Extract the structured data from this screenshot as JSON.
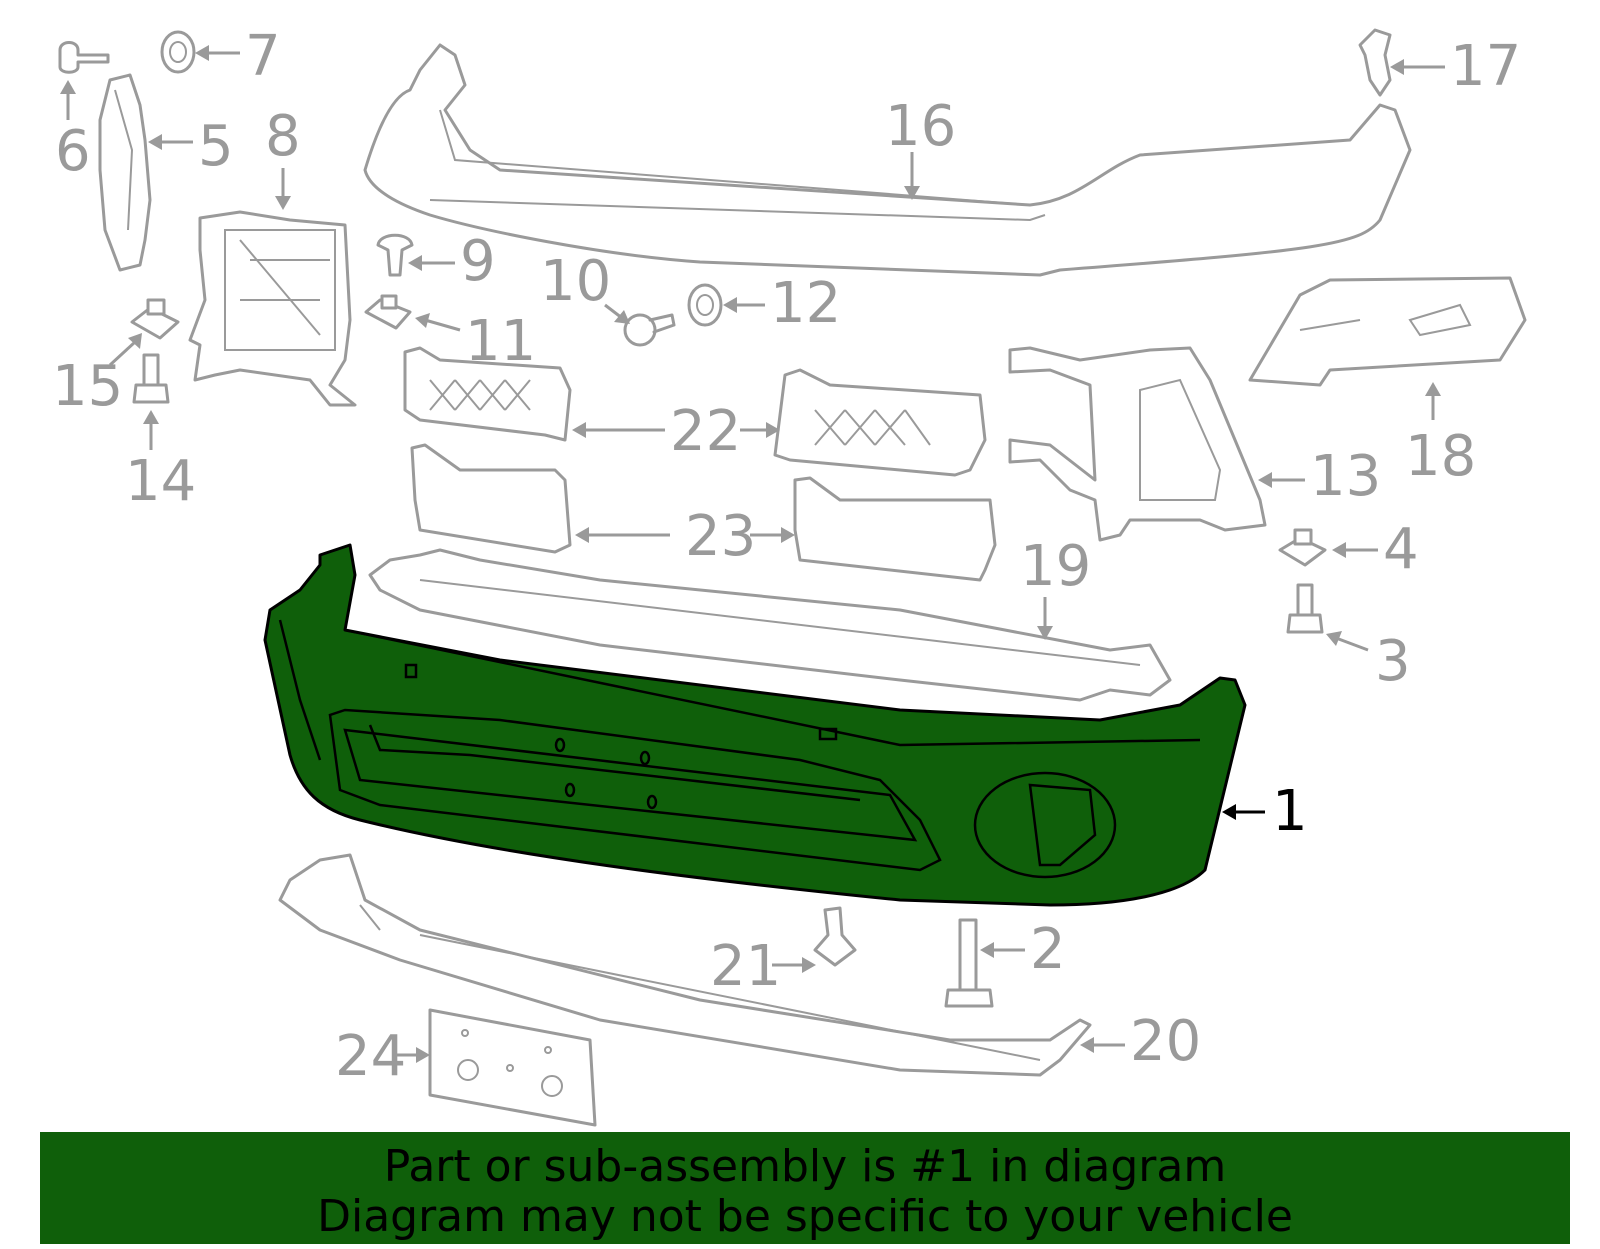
{
  "callouts": {
    "c1": "1",
    "c2": "2",
    "c3": "3",
    "c4": "4",
    "c5": "5",
    "c6": "6",
    "c7": "7",
    "c8": "8",
    "c9": "9",
    "c10": "10",
    "c11": "11",
    "c12": "12",
    "c13": "13",
    "c14": "14",
    "c15": "15",
    "c16": "16",
    "c17": "17",
    "c18": "18",
    "c19": "19",
    "c20": "20",
    "c21": "21",
    "c22a": "22",
    "c23a": "23",
    "c24": "24"
  },
  "banner": {
    "line1": "Part or sub-assembly is #1 in diagram",
    "line2": "Diagram may not be specific to your vehicle"
  },
  "colors": {
    "highlight": "#0f5f0a",
    "part_outline": "#9a9a9a"
  }
}
